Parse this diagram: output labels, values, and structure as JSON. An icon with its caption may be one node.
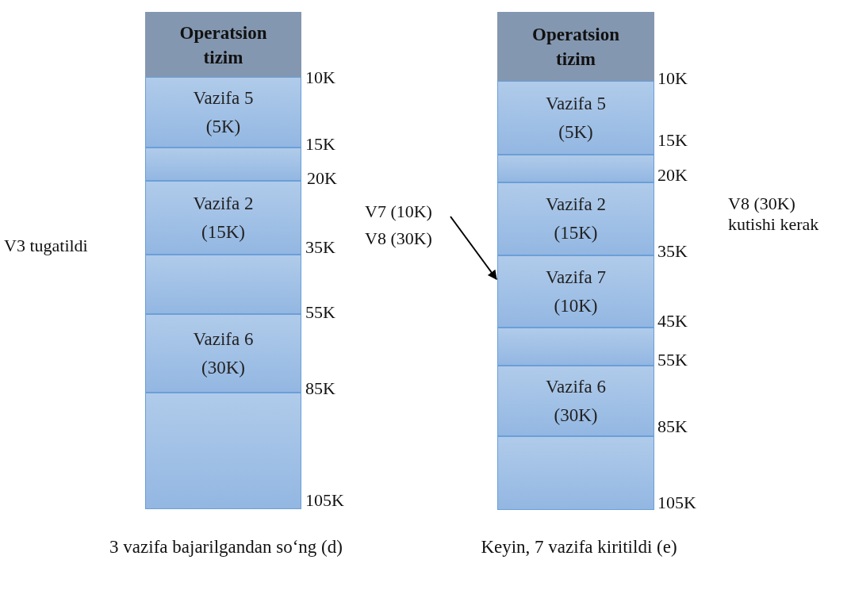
{
  "diagram": {
    "nodes": [
      {
        "text": [
          "Operatsion tizim"
        ]
      },
      {
        "text": [
          "Vazifa 5",
          "(5K)"
        ]
      },
      {
        "text": [],
        "shape": "box"
      },
      {
        "text": [
          "Vazifa 2",
          "(15K)"
        ]
      },
      {
        "text": [],
        "shape": "box"
      },
      {
        "text": [
          "Vazifa 6",
          "(30K)"
        ]
      },
      {
        "text": [],
        "shape": "box"
      },
      {
        "text": [
          "Operatsion tizim"
        ]
      },
      {
        "text": [
          "Vazifa 5",
          "(5K)"
        ]
      },
      {
        "text": [],
        "shape": "box"
      },
      {
        "text": [
          "Vazifa 2",
          "(15K)"
        ]
      },
      {
        "text": [
          "Vazifa 7",
          "(10K)"
        ]
      },
      {
        "text": [],
        "shape": "box"
      },
      {
        "text": [
          "Vazifa 6",
          "(30K)"
        ]
      },
      {
        "text": [],
        "shape": "box"
      },
      {
        "text": [
          "V7 (10K)"
        ]
      }
    ],
    "edges": [
      {
        "from": 15,
        "to": 11,
        "arrow": "to"
      }
    ],
    "labels": [
      "10K",
      "15K",
      "20K",
      "35K",
      "55K",
      "85K",
      "105K",
      "V3 tugatildi",
      "V8 (30K)",
      "10K",
      "15K",
      "20K",
      "35K",
      "45K",
      "55K",
      "85K",
      "105K",
      "V8 (30K) kutishi kerak",
      "3 vazifa bajarilgandan so‘ng (d)",
      "Keyin, 7 vazifa kiritildi (e)"
    ]
  }
}
